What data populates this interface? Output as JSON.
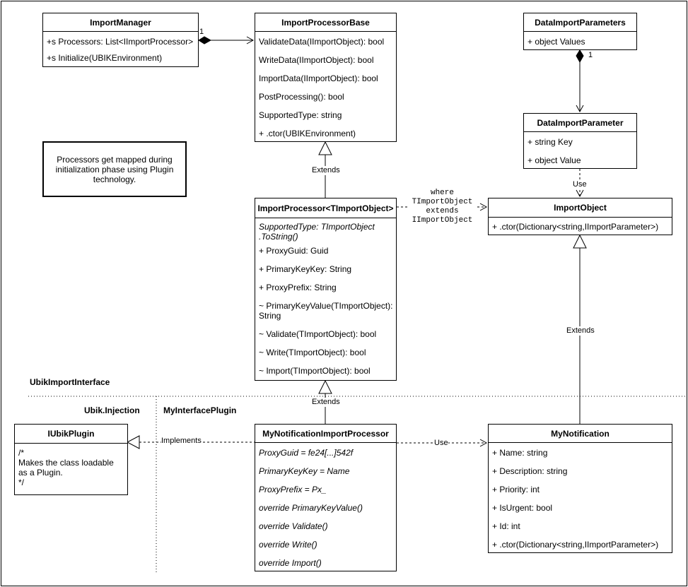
{
  "classes": {
    "import_manager": {
      "name": "ImportManager",
      "members": [
        "+s Processors: List<IImportProcessor>",
        "+s Initialize(UBIKEnvironment)"
      ]
    },
    "import_processor_base": {
      "name": "ImportProcessorBase",
      "members": [
        "ValidateData(IImportObject): bool",
        "WriteData(IImportObject): bool",
        "ImportData(IImportObject): bool",
        "PostProcessing(): bool",
        "SupportedType: string",
        "+ .ctor(UBIKEnvironment)"
      ]
    },
    "data_import_parameters": {
      "name": "DataImportParameters",
      "members": [
        "+ object Values"
      ]
    },
    "data_import_parameter": {
      "name": "DataImportParameter",
      "members": [
        "+ string Key",
        "+ object Value"
      ]
    },
    "import_processor_generic": {
      "name": "ImportProcessor<TImportObject>",
      "members": [
        "SupportedType: TImportObject .ToString()",
        "+ ProxyGuid: Guid",
        "+ PrimaryKeyKey: String",
        "+ ProxyPrefix: String",
        "~ PrimaryKeyValue(TImportObject): String",
        "~ Validate(TImportObject): bool",
        "~ Write(TImportObject): bool",
        "~ Import(TImportObject): bool"
      ]
    },
    "import_object": {
      "name": "ImportObject",
      "members": [
        "+ .ctor(Dictionary<string,IImportParameter>)"
      ]
    },
    "iubik_plugin": {
      "name": "IUbikPlugin",
      "members": [
        "/*",
        "Makes the class loadable",
        "as a Plugin.",
        "*/"
      ]
    },
    "my_notification_import_processor": {
      "name": "MyNotificationImportProcessor",
      "members": [
        "ProxyGuid = fe24[...]542f",
        "PrimaryKeyKey = Name",
        "ProxyPrefix = Px_",
        "override PrimaryKeyValue()",
        "override Validate()",
        "override Write()",
        "override Import()"
      ]
    },
    "my_notification": {
      "name": "MyNotification",
      "members": [
        "+ Name: string",
        "+ Description: string",
        "+ Priority: int",
        "+ IsUrgent: bool",
        "+ Id: int",
        "+ .ctor(Dictionary<string,IImportParameter>)"
      ]
    }
  },
  "note": "Processors get mapped during initialization phase using Plugin technology.",
  "labels": {
    "multiplicity_1a": "1",
    "multiplicity_1b": "1",
    "extends_1": "Extends",
    "extends_2": "Extends",
    "extends_3": "Extends",
    "use_1": "Use",
    "use_2": "Use",
    "implements": "Implements",
    "where_constraint": "where TImportObject extends IImportObject"
  },
  "packages": {
    "ubik_import_interface": "UbikImportInterface",
    "ubik_injection": "Ubik.Injection",
    "my_interface_plugin": "MyInterfacePlugin"
  }
}
